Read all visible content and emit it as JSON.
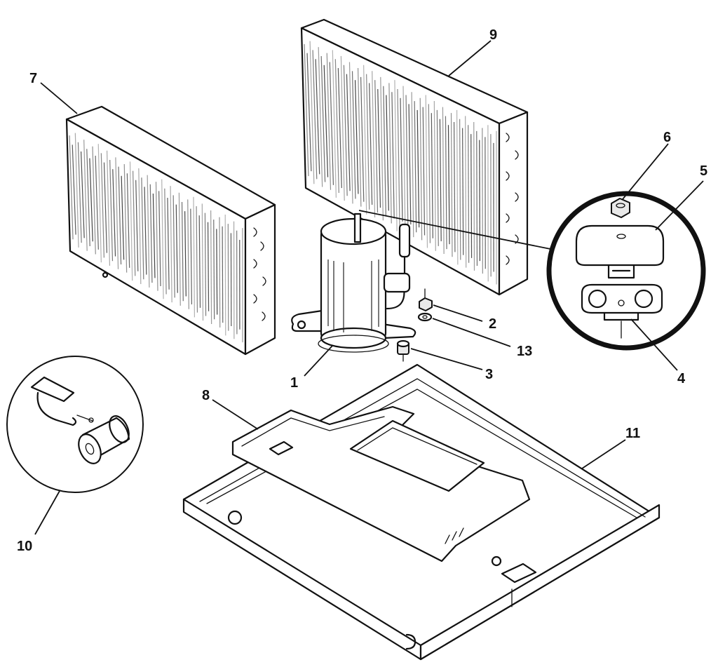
{
  "callouts": {
    "c1": "1",
    "c2": "2",
    "c3": "3",
    "c4": "4",
    "c5": "5",
    "c6": "6",
    "c7": "7",
    "c8": "8",
    "c9": "9",
    "c10": "10",
    "c11": "11",
    "c13": "13"
  },
  "colors": {
    "line": "#111111",
    "background": "#ffffff"
  }
}
